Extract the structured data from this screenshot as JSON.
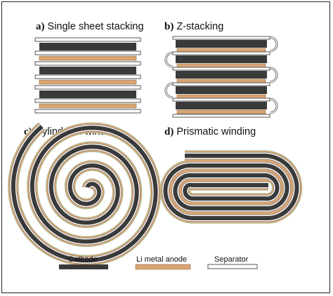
{
  "panels": {
    "a": {
      "letter": "a)",
      "title": "Single sheet stacking"
    },
    "b": {
      "letter": "b)",
      "title": "Z-stacking"
    },
    "c": {
      "letter": "c)",
      "title": "Cylindrical winding"
    },
    "d": {
      "letter": "d)",
      "title": "Prismatic winding"
    }
  },
  "legend": {
    "cathode": "Cathode",
    "anode": "Li metal anode",
    "separator": "Separator"
  },
  "colors": {
    "cathode": "#3a3a3a",
    "anode": "#d9a574",
    "separator_fill": "#ffffff",
    "separator_stroke": "#555555",
    "outer_edge": "#9cc7a4"
  }
}
